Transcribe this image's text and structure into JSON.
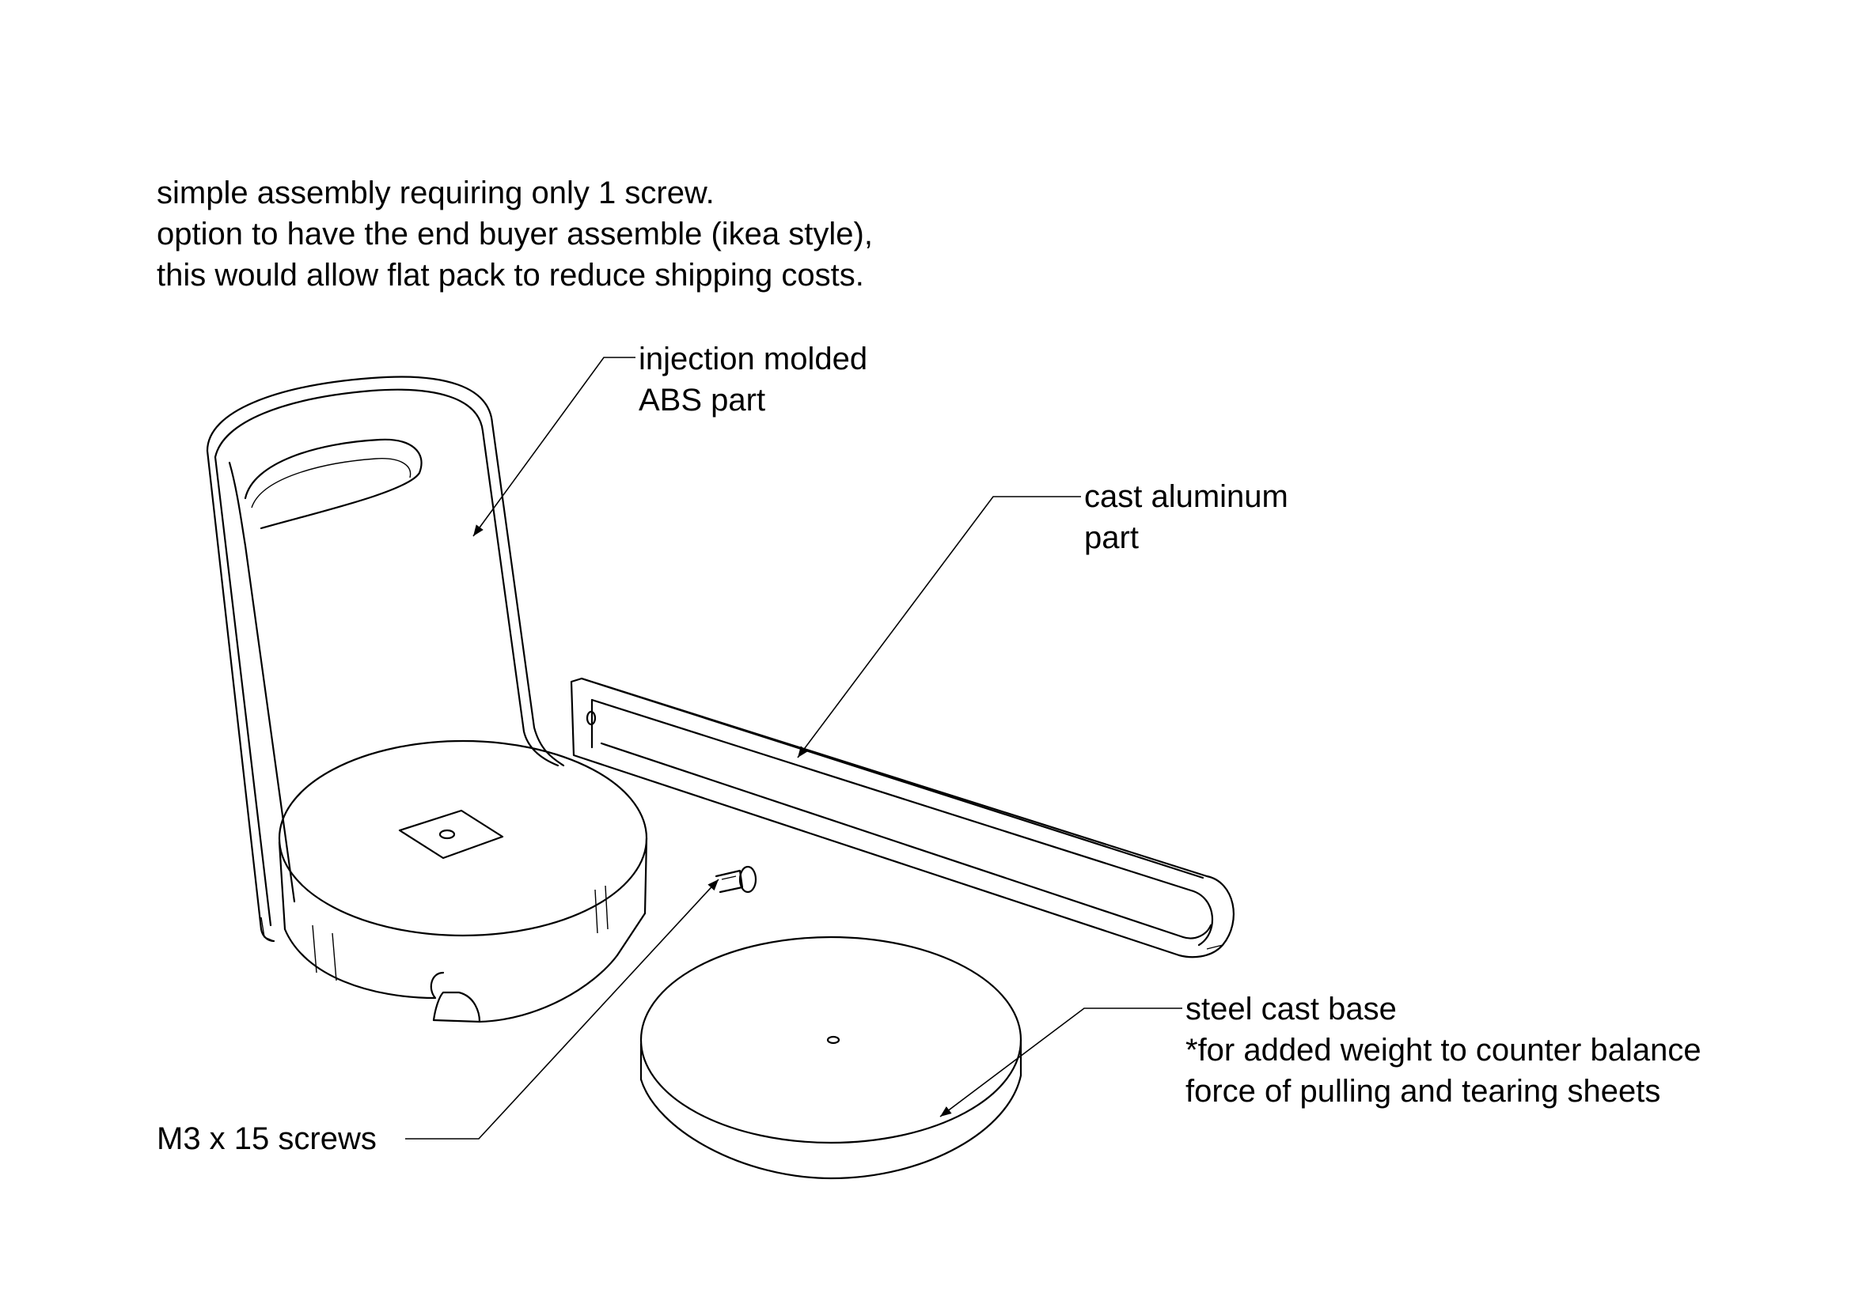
{
  "notes": {
    "line1": "simple assembly requiring only 1 screw.",
    "line2": "option to have the end buyer assemble (ikea style),",
    "line3": "this would allow flat pack to reduce shipping costs."
  },
  "labels": {
    "abs": {
      "line1": "injection molded",
      "line2": "ABS part"
    },
    "aluminum": {
      "line1": "cast aluminum",
      "line2": "part"
    },
    "steel": {
      "line1": "steel cast base",
      "line2": "*for added weight to counter balance",
      "line3": "force of pulling and tearing sheets"
    },
    "screw": {
      "line1": "M3 x 15 screws"
    }
  }
}
